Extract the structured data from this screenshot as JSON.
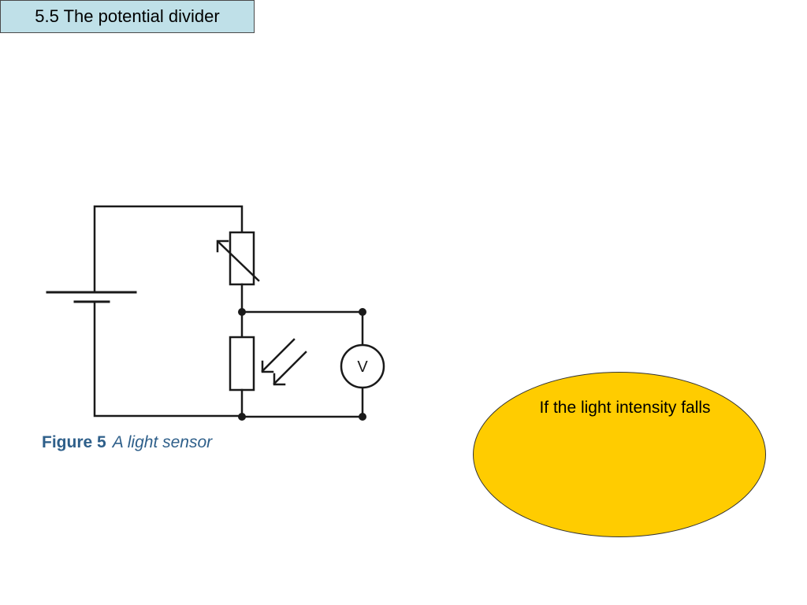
{
  "slide": {
    "title": "5.5 The potential divider"
  },
  "figure": {
    "number": "Figure 5",
    "description": "A light sensor",
    "voltmeter_label": "V"
  },
  "callout": {
    "text": "If the light intensity falls",
    "fill_color": "#ffcc00"
  },
  "colors": {
    "title_bg": "#bfe0e8",
    "caption": "#2e5f8a"
  }
}
